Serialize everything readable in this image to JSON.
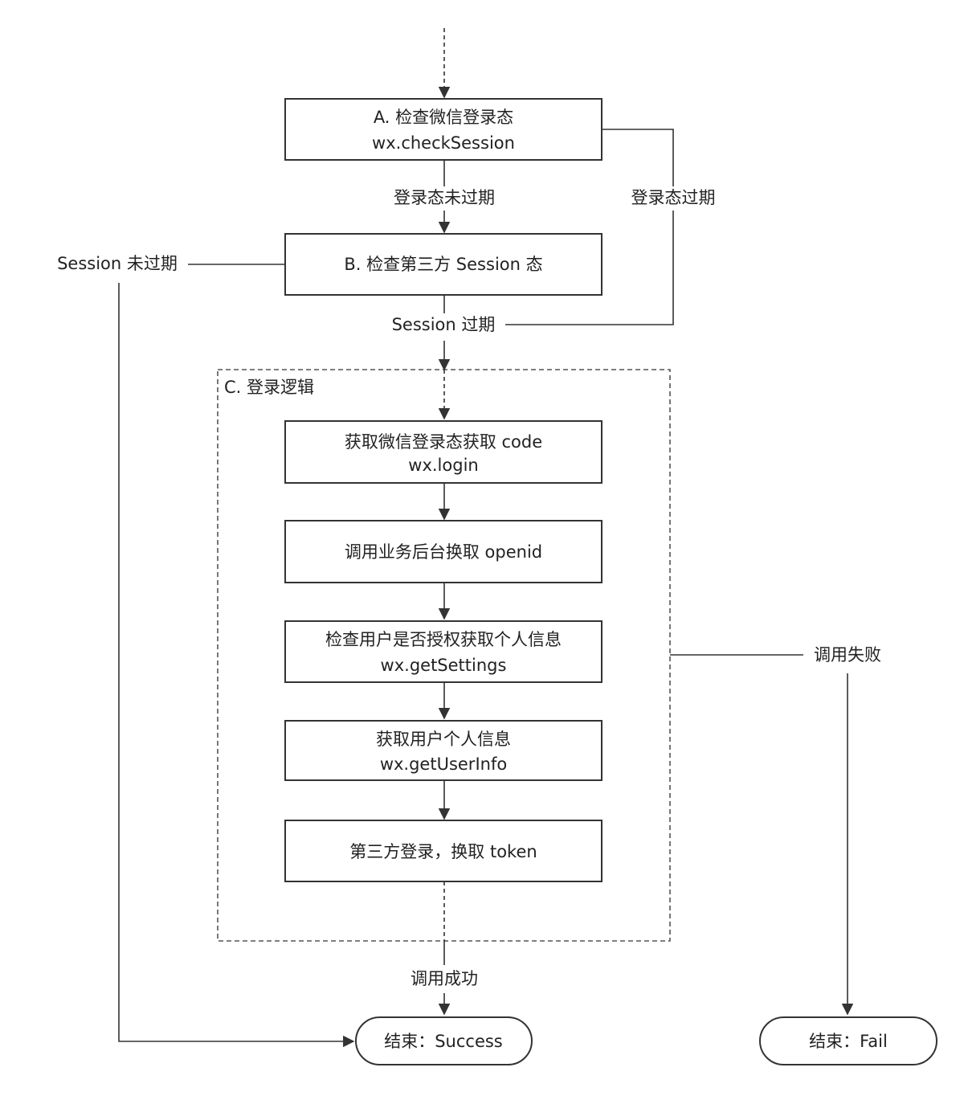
{
  "nodes": {
    "check_wechat": {
      "line1": "A. 检查微信登录态",
      "line2": "wx.checkSession"
    },
    "check_session": {
      "line1": "B. 检查第三方 Session 态"
    },
    "get_code": {
      "line1": "获取微信登录态获取 code",
      "line2": "wx.login"
    },
    "get_openid": {
      "line1": "调用业务后台换取 openid"
    },
    "check_auth": {
      "line1": "检查用户是否授权获取个人信息",
      "line2": "wx.getSettings"
    },
    "get_userinfo": {
      "line1": "获取用户个人信息",
      "line2": "wx.getUserInfo"
    },
    "third_login": {
      "line1": "第三方登录，换取 token"
    },
    "end_success": {
      "label": "结束：Success"
    },
    "end_fail": {
      "label": "结束：Fail"
    }
  },
  "group": {
    "label": "C. 登录逻辑"
  },
  "edges": {
    "wechat_not_expired": "登录态未过期",
    "wechat_expired": "登录态过期",
    "session_not_expired": "Session 未过期",
    "session_expired": "Session 过期",
    "call_failed": "调用失败",
    "call_success": "调用成功"
  }
}
